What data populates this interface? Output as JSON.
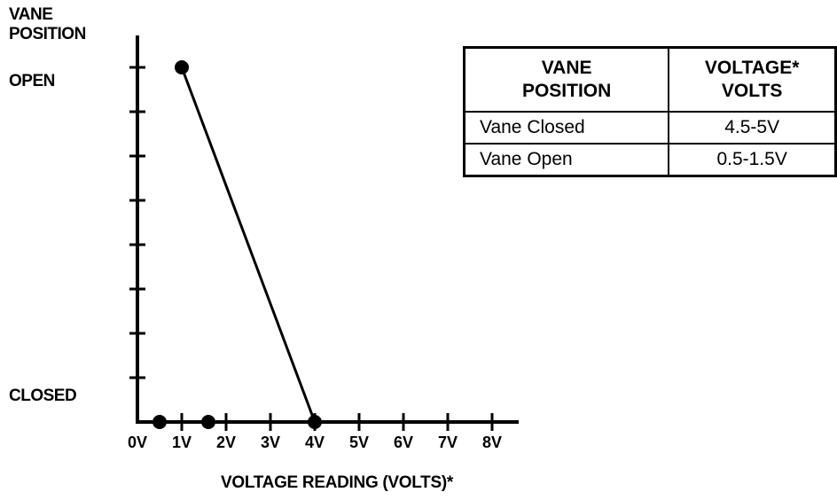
{
  "chart_data": {
    "type": "line",
    "ylabel_lines": [
      "VANE",
      "POSITION"
    ],
    "y_categories": [
      "OPEN",
      "CLOSED"
    ],
    "xlabel": "VOLTAGE READING (VOLTS)*",
    "x_ticks": [
      "0V",
      "1V",
      "2V",
      "3V",
      "4V",
      "5V",
      "6V",
      "7V",
      "8V"
    ],
    "xlim": [
      0,
      8.5
    ],
    "y_minor_ticks": 8,
    "series": [
      {
        "points": [
          {
            "x": 1,
            "y": "OPEN"
          },
          {
            "x": 4,
            "y": "CLOSED"
          }
        ]
      }
    ],
    "markers": [
      {
        "x": 0.5,
        "y": "CLOSED"
      },
      {
        "x": 1.6,
        "y": "CLOSED"
      },
      {
        "x": 4,
        "y": "CLOSED"
      },
      {
        "x": 1,
        "y": "OPEN"
      }
    ],
    "grid": false
  },
  "table": {
    "headers": [
      [
        "VANE",
        "POSITION"
      ],
      [
        "VOLTAGE*",
        "VOLTS"
      ]
    ],
    "rows": [
      [
        "Vane Closed",
        "4.5-5V"
      ],
      [
        "Vane Open",
        "0.5-1.5V"
      ]
    ]
  }
}
